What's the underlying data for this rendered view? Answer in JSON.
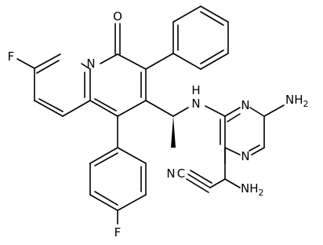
{
  "labels": {
    "o_carbonyl": "O",
    "n_ring": "N",
    "f_top": "F",
    "f_bottom": "F",
    "nh": "H",
    "nh_n": "N",
    "n_pyr_top": "N",
    "n_pyr_bottom": "N",
    "nh2_top": "NH",
    "nh2_top_sub": "2",
    "nh2_bottom": "NH",
    "nh2_bottom_sub": "2",
    "nitrile_n": "N",
    "nitrile_c": "C"
  },
  "colors": {
    "ink": "#000000",
    "background": "#ffffff"
  }
}
